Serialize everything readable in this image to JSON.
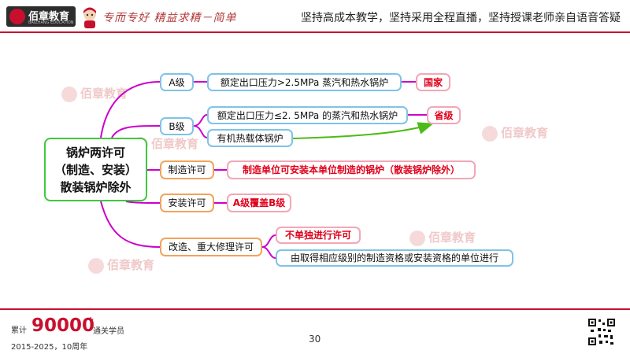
{
  "header": {
    "logo_text": "佰章教育",
    "logo_sub": "BAIZHANG EDUCATION",
    "slogan_script": "专而专好   精益求精－简单",
    "tagline": "坚持高成本教学，坚持采用全程直播，坚持授课老师亲自语音答疑"
  },
  "watermark_text": "佰章教育",
  "mindmap": {
    "root": [
      "锅炉两许可",
      "（制造、安装）",
      "散装锅炉除外"
    ],
    "branch_a": {
      "label": "A级",
      "detail": "额定出口压力>2.5MPa 蒸汽和热水锅炉",
      "result": "国家"
    },
    "branch_b": {
      "label": "B级",
      "detail_1": "额定出口压力≤2. 5MPa 的蒸汽和热水锅炉",
      "detail_2": "有机热载体锅炉",
      "result": "省级"
    },
    "branch_manufacture": {
      "label": "制造许可",
      "detail": "制造单位可安装本单位制造的锅炉（散装锅炉除外）"
    },
    "branch_install": {
      "label": "安装许可",
      "detail": "A级覆盖B级"
    },
    "branch_renovate": {
      "label": "改造、重大修理许可",
      "detail_1": "不单独进行许可",
      "detail_2": "由取得相应级别的制造资格或安装资格的单位进行"
    }
  },
  "footer": {
    "prefix": "累计",
    "count": "90000",
    "plus": "+",
    "suffix": "通关学员",
    "years": "2015-2025，10周年",
    "page_number": "30"
  },
  "colors": {
    "brand_red": "#c8102e",
    "branch_magenta": "#cc00cc",
    "arrow_green": "#4cbb17",
    "root_border": "#3ec93e",
    "level_border": "#7fc3e6",
    "permit_border": "#f0a45a",
    "result_border": "#f2a7b7",
    "result_text": "#e0001b"
  }
}
